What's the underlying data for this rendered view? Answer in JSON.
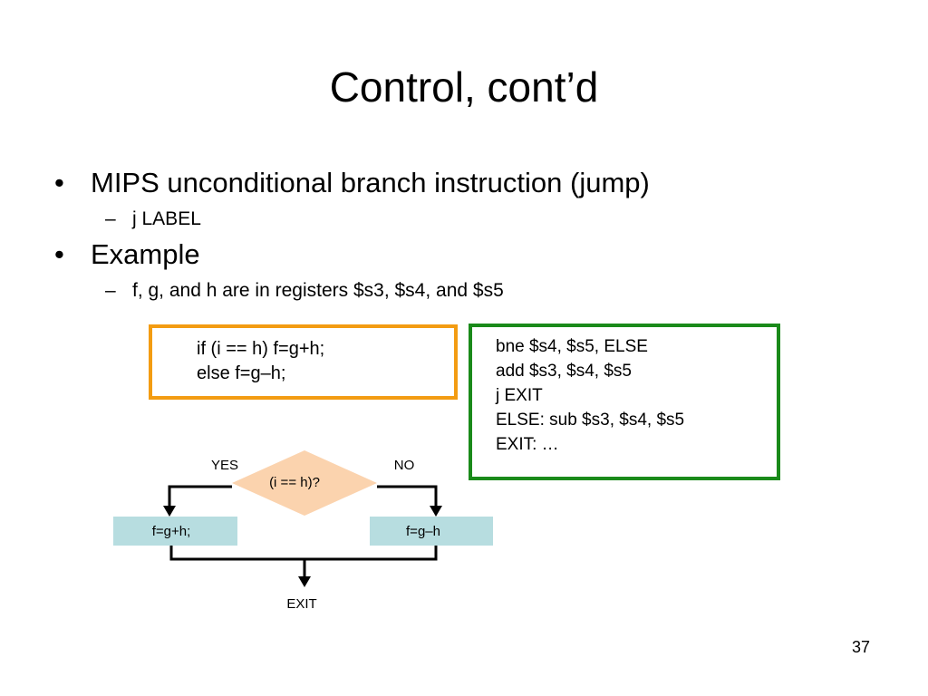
{
  "slide": {
    "title": "Control, cont’d",
    "page_number": "37"
  },
  "bullets": [
    {
      "mark": "•",
      "text": "MIPS unconditional branch instruction (jump)"
    },
    {
      "mark": "•",
      "text": "Example"
    }
  ],
  "sub_bullets": [
    {
      "mark": "–",
      "text": "j LABEL"
    },
    {
      "mark": "–",
      "text": "f, g, and h are in registers $s3, $s4, and $s5"
    }
  ],
  "c_code": {
    "lines": [
      "if (i == h) f=g+h;",
      "else f=g–h;"
    ]
  },
  "mips_code": {
    "lines": [
      "bne $s4, $s5, ELSE",
      "add $s3, $s4, $s5",
      "j EXIT",
      "ELSE: sub $s3, $s4, $s5",
      "EXIT: …"
    ]
  },
  "flowchart": {
    "condition": "(i == h)?",
    "yes_label": "YES",
    "no_label": "NO",
    "yes_action": "f=g+h;",
    "no_action": "f=g–h",
    "exit_label": "EXIT",
    "colors": {
      "decision_fill": "#fbd3ae",
      "action_fill": "#b7dde0",
      "line": "#000000"
    }
  },
  "colors": {
    "c_code_border": "#f39c12",
    "mips_code_border": "#1a8a1a"
  }
}
